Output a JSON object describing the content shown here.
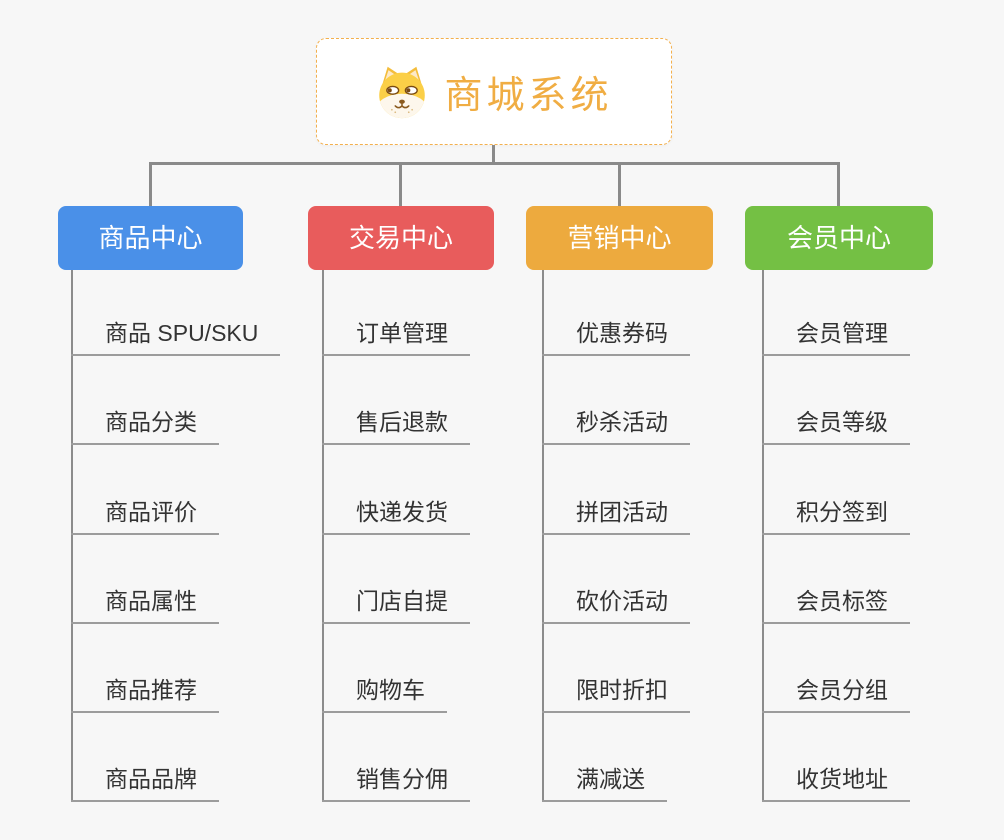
{
  "root": {
    "title": "商城系统",
    "icon": "shiba-dog-logo"
  },
  "branches": [
    {
      "label": "商品中心",
      "color": "#4a90e8",
      "children": [
        "商品 SPU/SKU",
        "商品分类",
        "商品评价",
        "商品属性",
        "商品推荐",
        "商品品牌"
      ]
    },
    {
      "label": "交易中心",
      "color": "#e85c5c",
      "children": [
        "订单管理",
        "售后退款",
        "快递发货",
        "门店自提",
        "购物车",
        "销售分佣"
      ]
    },
    {
      "label": "营销中心",
      "color": "#edaa3e",
      "children": [
        "优惠券码",
        "秒杀活动",
        "拼团活动",
        "砍价活动",
        "限时折扣",
        "满减送"
      ]
    },
    {
      "label": "会员中心",
      "color": "#74c044",
      "children": [
        "会员管理",
        "会员等级",
        "积分签到",
        "会员标签",
        "会员分组",
        "收货地址"
      ]
    }
  ],
  "colors": {
    "background": "#f7f7f7",
    "connector": "#8a8a8a",
    "trunk": "#8c8c8c",
    "underline": "#9c9c9c",
    "root_border": "#f3b04e",
    "root_text": "#f0ad43",
    "child_text": "#333333"
  }
}
